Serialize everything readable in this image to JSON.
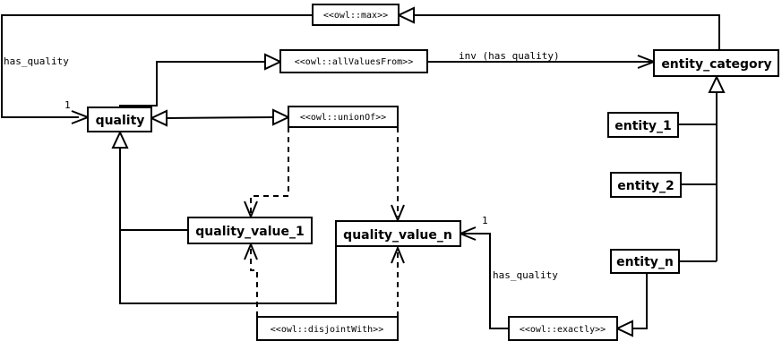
{
  "classes": {
    "quality": "quality",
    "entity_category": "entity_category",
    "entity_1": "entity_1",
    "entity_2": "entity_2",
    "entity_n": "entity_n",
    "quality_value_1": "quality_value_1",
    "quality_value_n": "quality_value_n"
  },
  "stereotypes": {
    "max": "<<owl::max>>",
    "all_values_from": "<<owl::allValuesFrom>>",
    "union_of": "<<owl::unionOf>>",
    "disjoint_with": "<<owl::disjointWith>>",
    "exactly": "<<owl::exactly>>"
  },
  "labels": {
    "has_quality_left": "has_quality",
    "inv_has_quality": "inv (has_quality)",
    "has_quality_bottom": "has_quality",
    "mult_quality": "1",
    "mult_value_n": "1"
  }
}
